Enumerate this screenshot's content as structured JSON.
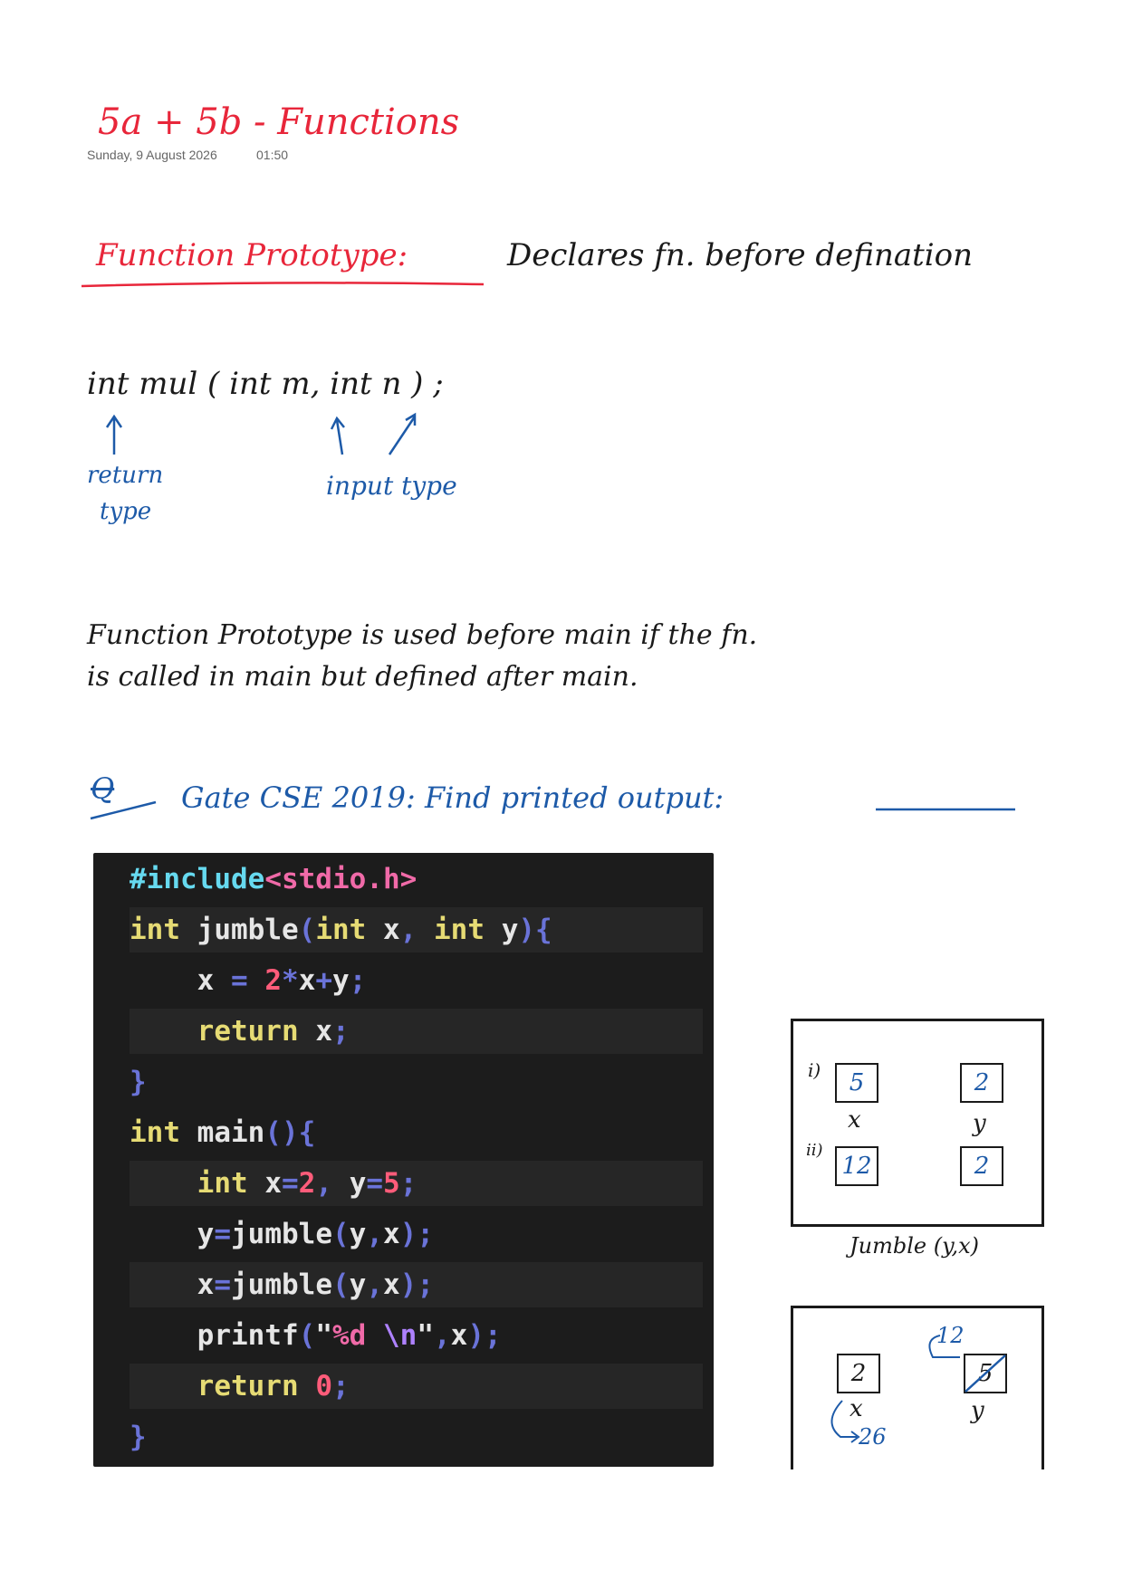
{
  "page": {
    "title": "5a + 5b - Functions",
    "date": "Sunday, 9 August 2026",
    "time": "01:50"
  },
  "notes": {
    "heading": "Function Prototype:",
    "heading_desc": "Declares fn. before defination",
    "prototype_code": "int  mul ( int m,  int  n ) ;",
    "return_type": "return",
    "return_type_2": "type",
    "input_type": "input type",
    "para_line1": "Function  Prototype  is  used  before  main  if  the  fn.",
    "para_line2": "is  called  in  main  but  defined  after  main.",
    "question_mark": "Q",
    "question": "Gate  CSE  2019:  Find  printed  output:"
  },
  "code": {
    "line1_a": "#include",
    "line1_b": "<stdio.h>",
    "kw_int": "int",
    "fn_jumble": "jumble",
    "fn_main": "main",
    "kw_return": "return",
    "var_x": "x",
    "var_y": "y",
    "printf": "printf",
    "fmt": "%d",
    "esc": "\\n",
    "n2": "2",
    "n5": "5",
    "n0": "0"
  },
  "sketch1": {
    "row1": "i)",
    "row2": "ii)",
    "x1": "5",
    "y1": "2",
    "x2": "12",
    "y2": "2",
    "label_x": "x",
    "label_y": "y",
    "caption": "Jumble (y,x)"
  },
  "sketch2": {
    "x_val": "2",
    "y_old": "5",
    "y_new": "12",
    "label_x": "x",
    "label_y": "y",
    "result": "26"
  }
}
